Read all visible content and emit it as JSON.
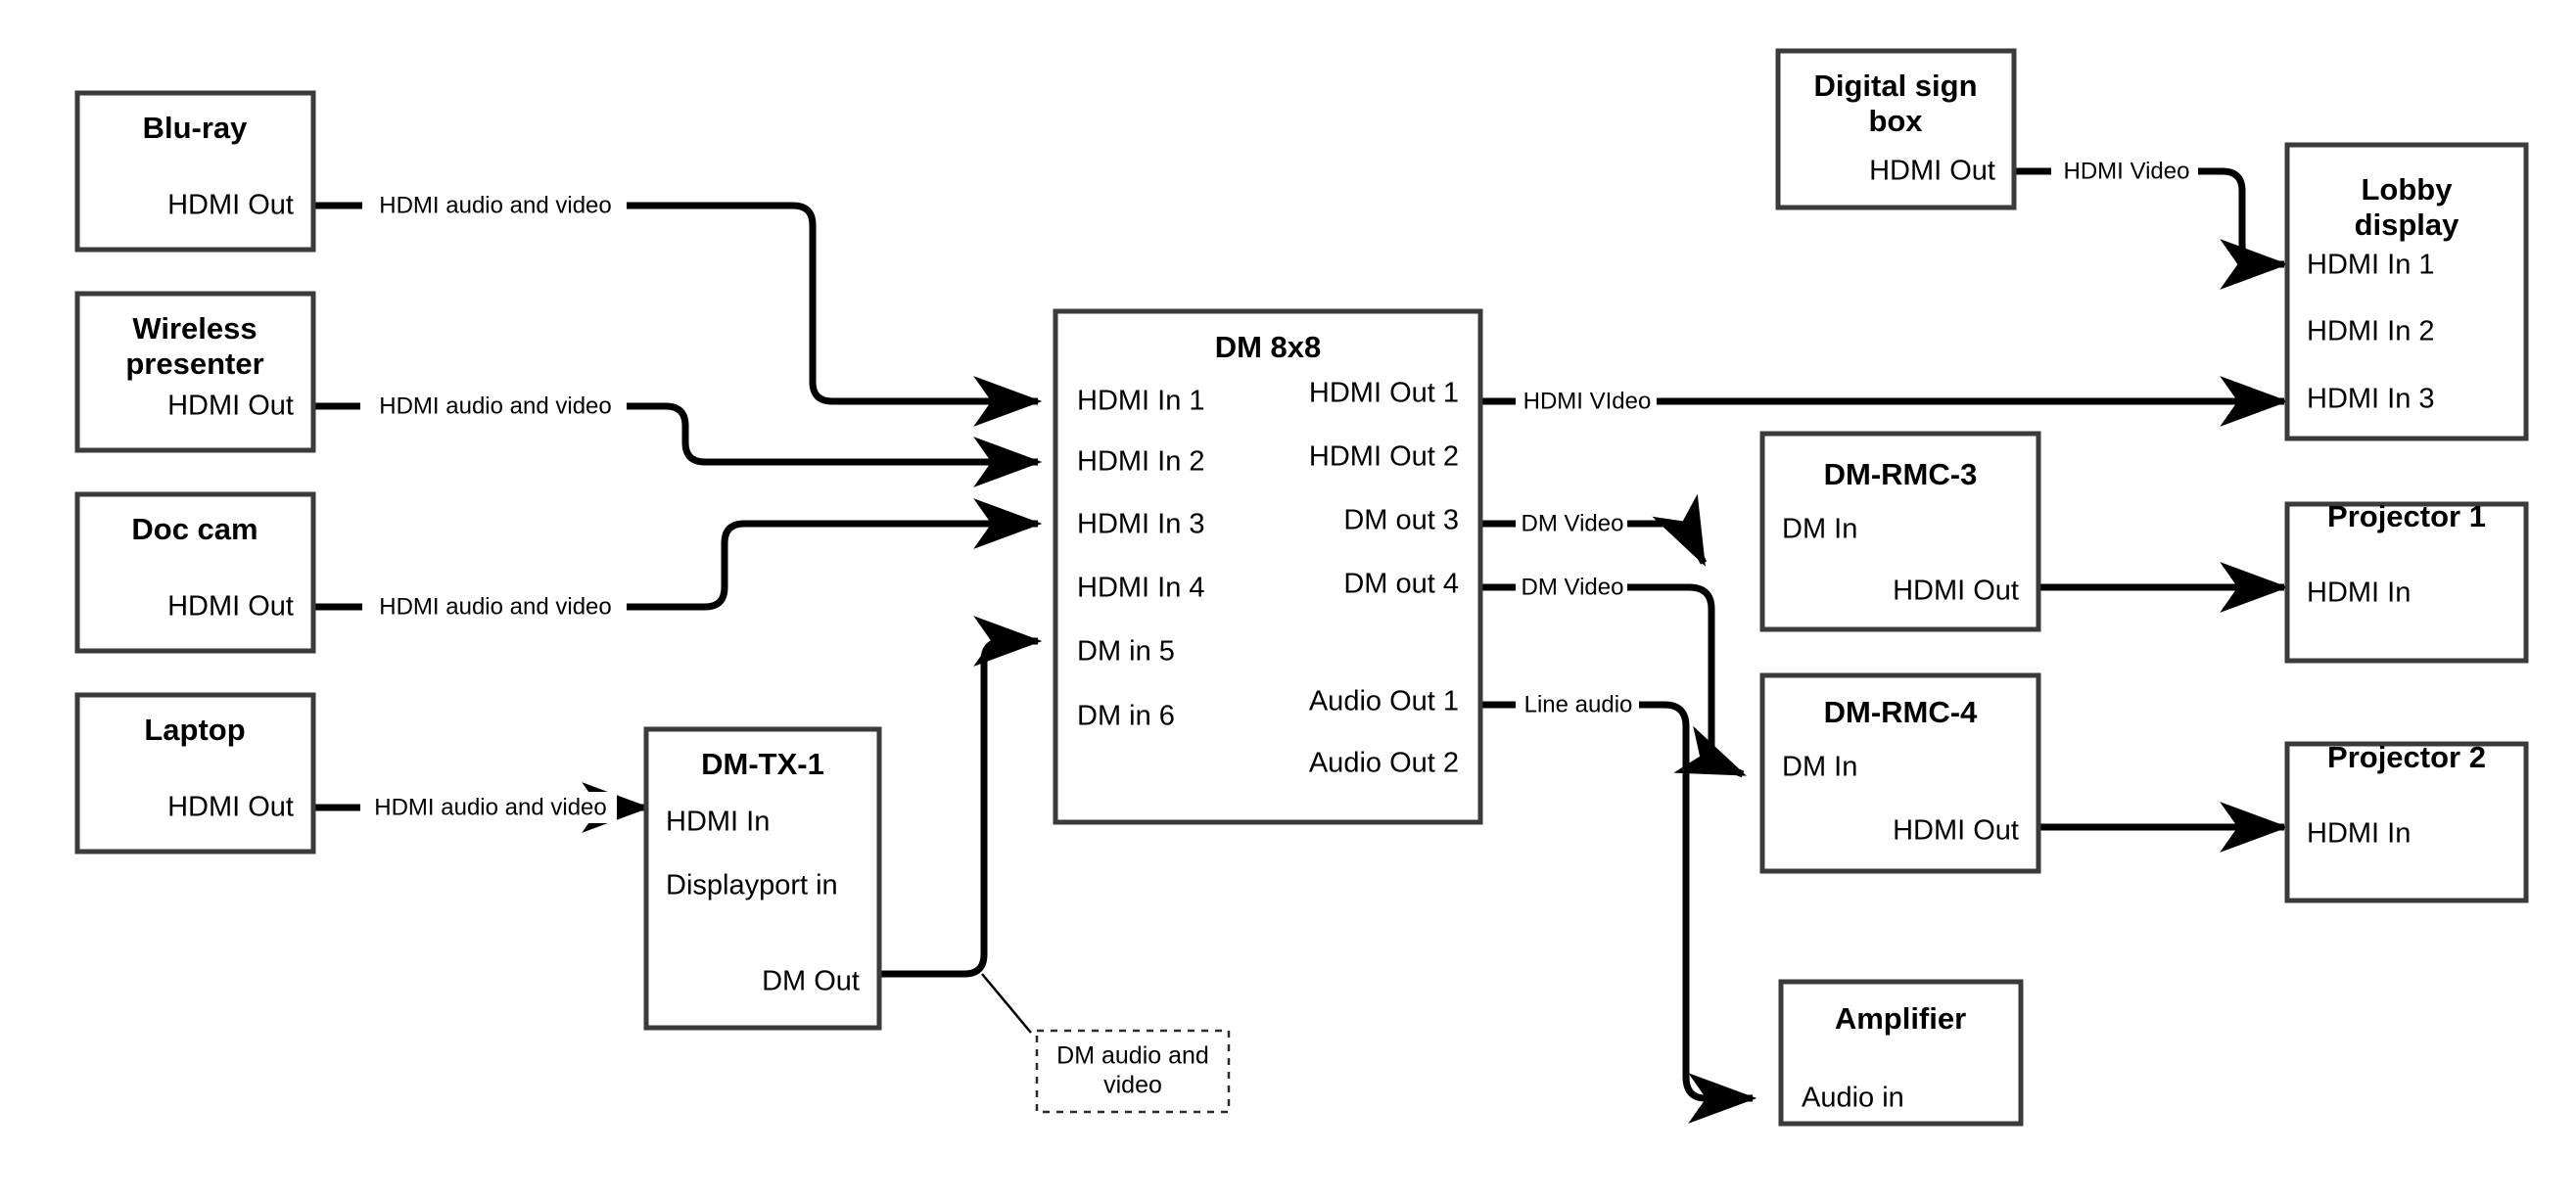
{
  "diagram": {
    "type": "av-signal-flow-block-diagram",
    "background_color": "#ffffff",
    "line_color": "#000000",
    "box_border_color": "#3b3b3b"
  },
  "nodes": {
    "bluray": {
      "title": "Blu-ray",
      "ports": {
        "p1": "HDMI Out"
      }
    },
    "wireless": {
      "title": "Wireless",
      "title2": "presenter",
      "ports": {
        "p1": "HDMI Out"
      }
    },
    "doccam": {
      "title": "Doc cam",
      "ports": {
        "p1": "HDMI Out"
      }
    },
    "laptop": {
      "title": "Laptop",
      "ports": {
        "p1": "HDMI Out"
      }
    },
    "dmtx1": {
      "title": "DM-TX-1",
      "ports": {
        "p1": "HDMI In",
        "p2": "Displayport in",
        "p3": "DM Out"
      }
    },
    "dm8x8": {
      "title": "DM 8x8",
      "inputs": [
        "HDMI In 1",
        "HDMI In 2",
        "HDMI In 3",
        "HDMI In 4",
        "DM in 5",
        "DM in 6"
      ],
      "outputs": [
        "HDMI Out 1",
        "HDMI Out 2",
        "DM out 3",
        "DM out 4",
        "Audio Out 1",
        "Audio Out 2"
      ]
    },
    "digitalsign": {
      "title": "Digital sign",
      "title2": "box",
      "ports": {
        "p1": "HDMI Out"
      }
    },
    "lobby": {
      "title": "Lobby",
      "title2": "display",
      "ports": {
        "p1": "HDMI In 1",
        "p2": "HDMI In 2",
        "p3": "HDMI In 3"
      }
    },
    "dmrmc3": {
      "title": "DM-RMC-3",
      "ports": {
        "p1": "DM In",
        "p2": "HDMI Out"
      }
    },
    "dmrmc4": {
      "title": "DM-RMC-4",
      "ports": {
        "p1": "DM In",
        "p2": "HDMI Out"
      }
    },
    "projector1": {
      "title": "Projector 1",
      "ports": {
        "p1": "HDMI In"
      }
    },
    "projector2": {
      "title": "Projector 2",
      "ports": {
        "p1": "HDMI In"
      }
    },
    "amplifier": {
      "title": "Amplifier",
      "ports": {
        "p1": "Audio in"
      }
    }
  },
  "notes": {
    "dm_audio_video": {
      "line1": "DM audio and",
      "line2": "video"
    }
  },
  "edge_labels": {
    "bluray_to_dm": "HDMI audio and video",
    "wireless_to_dm": "HDMI audio and video",
    "doccam_to_dm": "HDMI audio and video",
    "laptop_to_dmtx1": "HDMI audio and video",
    "sign_to_lobby": "HDMI Video",
    "dm_hdmiout1_to_lobby": "HDMI VIdeo",
    "dm_out3_to_rmc3": "DM Video",
    "dm_out4_to_rmc4": "DM Video",
    "dm_audioout1_to_amp": "Line audio"
  },
  "connections": [
    {
      "from": "bluray.HDMI Out",
      "to": "dm8x8.HDMI In 1",
      "label": "HDMI audio and video"
    },
    {
      "from": "wireless.HDMI Out",
      "to": "dm8x8.HDMI In 2",
      "label": "HDMI audio and video"
    },
    {
      "from": "doccam.HDMI Out",
      "to": "dm8x8.HDMI In 3",
      "label": "HDMI audio and video"
    },
    {
      "from": "laptop.HDMI Out",
      "to": "dmtx1.HDMI In",
      "label": "HDMI audio and video"
    },
    {
      "from": "dmtx1.DM Out",
      "to": "dm8x8.DM in 5",
      "label": "DM audio and video"
    },
    {
      "from": "digitalsign.HDMI Out",
      "to": "lobby.HDMI In 1",
      "label": "HDMI Video"
    },
    {
      "from": "dm8x8.HDMI Out 1",
      "to": "lobby.HDMI In 3",
      "label": "HDMI VIdeo"
    },
    {
      "from": "dm8x8.DM out 3",
      "to": "dmrmc3.DM In",
      "label": "DM Video"
    },
    {
      "from": "dm8x8.DM out 4",
      "to": "dmrmc4.DM In",
      "label": "DM Video"
    },
    {
      "from": "dm8x8.Audio Out 1",
      "to": "amplifier.Audio in",
      "label": "Line audio"
    },
    {
      "from": "dmrmc3.HDMI Out",
      "to": "projector1.HDMI In",
      "label": ""
    },
    {
      "from": "dmrmc4.HDMI Out",
      "to": "projector2.HDMI In",
      "label": ""
    }
  ]
}
